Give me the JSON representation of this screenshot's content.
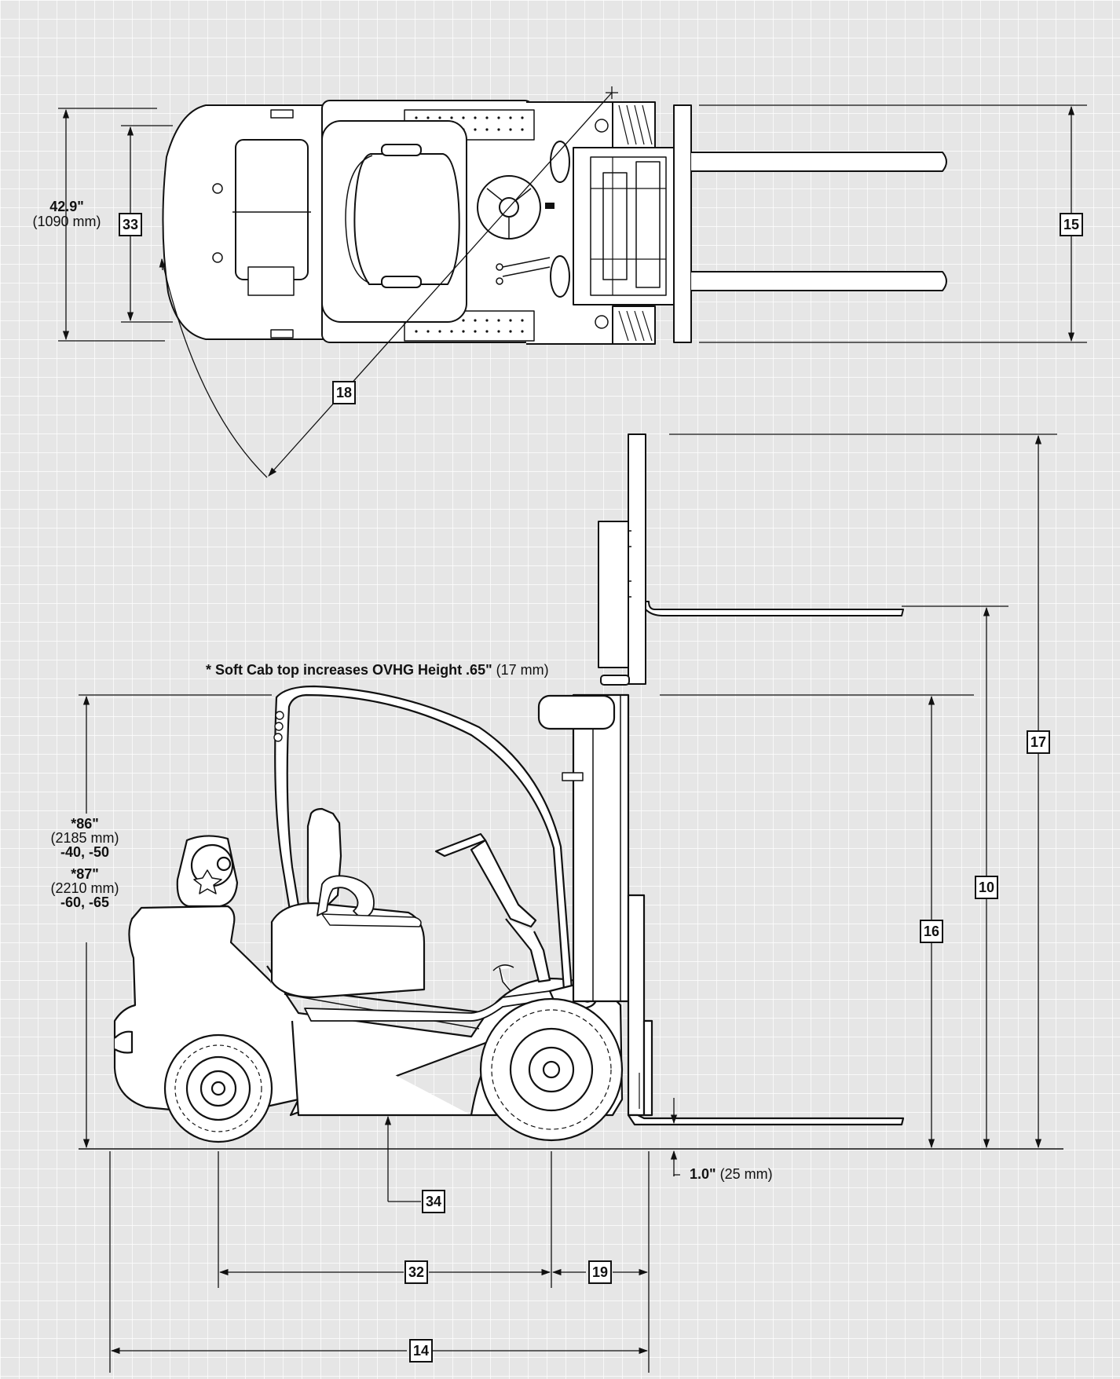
{
  "labels": {
    "l10": "10",
    "l14": "14",
    "l15": "15",
    "l16": "16",
    "l17": "17",
    "l18": "18",
    "l19": "19",
    "l32": "32",
    "l33": "33",
    "l34": "34"
  },
  "width_dim": {
    "inches": "42.9\"",
    "mm": "(1090 mm)"
  },
  "note": {
    "bold": "* Soft Cab top increases OVHG Height .65\"",
    "normal": "(17 mm)"
  },
  "ovhg_height": {
    "a_in": "*86\"",
    "a_mm": "(2185 mm)",
    "a_models": "-40, -50",
    "b_in": "*87\"",
    "b_mm": "(2210 mm)",
    "b_models": "-60, -65"
  },
  "fork_clearance": {
    "inches": "1.0\"",
    "mm": "(25 mm)"
  },
  "colors": {
    "background": "#e6e6e6",
    "grid": "#ffffff",
    "line": "#111111"
  }
}
